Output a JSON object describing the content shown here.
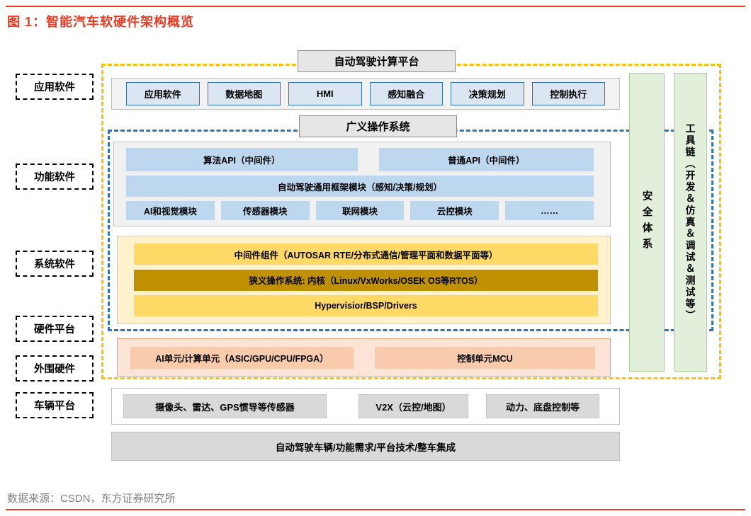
{
  "figure": {
    "title": "图 1：智能汽车软硬件架构概览",
    "source": "数据来源：CSDN，东方证券研究所"
  },
  "left_labels": [
    "应用软件",
    "功能软件",
    "系统软件",
    "硬件平台",
    "外围硬件",
    "车辆平台"
  ],
  "diagram": {
    "computing_platform_header": "自动驾驶计算平台",
    "app_row": [
      "应用软件",
      "数据地图",
      "HMI",
      "感知融合",
      "决策规划",
      "控制执行"
    ],
    "os_header": "广义操作系统",
    "function": {
      "api_boxes": [
        "算法API（中间件）",
        "普通API（中间件）"
      ],
      "framework": "自动驾驶通用框架模块（感知/决策/规划）",
      "modules": [
        "AI和视觉模块",
        "传感器模块",
        "联网模块",
        "云控模块",
        "……"
      ]
    },
    "system": {
      "middleware": "中间件组件（AUTOSAR RTE/分布式通信/管理平面和数据平面等）",
      "kernel": "狭义操作系统: 内核（Linux/VxWorks/OSEK OS等RTOS）",
      "hypervisor": "Hypervisior/BSP/Drivers"
    },
    "hardware": [
      "AI单元/计算单元（ASIC/GPU/CPU/FPGA）",
      "控制单元MCU"
    ],
    "security_bar": "安全体系",
    "toolchain_bar": "工具链（开发＆仿真＆调试＆测试等）",
    "peripheral": [
      "摄像头、雷达、GPS惯导等传感器",
      "V2X（云控/地图）",
      "动力、底盘控制等"
    ],
    "vehicle": "自动驾驶车辆/功能需求/平台技术/整车集成"
  },
  "colors": {
    "accent-red": "#E93A22",
    "yellow-dash": "#FFC000",
    "blue-dash": "#2E75B6",
    "header-fill": "#E7E6E6",
    "header-border": "#8C8C8C",
    "panel-gray": "#F2F2F2",
    "panel-border": "#BFBFBF",
    "blue-fill": "#DCE6F2",
    "blue-border": "#2E75B6",
    "lightblue": "#BDD7EE",
    "cream": "#FFF2CC",
    "cream-border": "#FFC941",
    "gold": "#FFD966",
    "darkgold": "#BF9000",
    "peach-panel": "#FCE4D6",
    "peach-border": "#E8A27A",
    "peach": "#F8CBAD",
    "green-fill": "#E2EFDA",
    "green-border": "#A9D08E",
    "gray-box": "#D9D9D9",
    "gray-box-border": "#C6C6C6",
    "label-border": "#000000",
    "source-gray": "#808080"
  }
}
